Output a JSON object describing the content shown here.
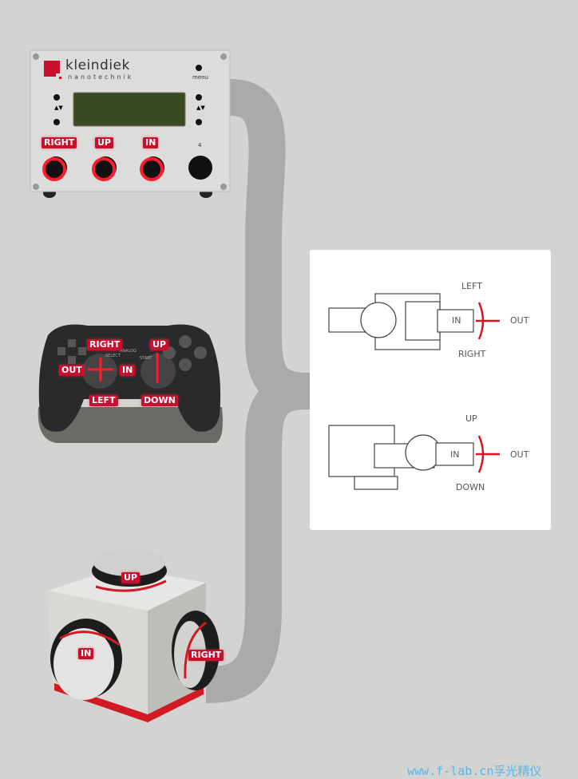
{
  "controller_box": {
    "brand": "kleindiek",
    "brand_sub": "nanotechnik",
    "menu_label": "menu",
    "knob4_label": "4",
    "knob_labels": [
      "RIGHT",
      "UP",
      "IN"
    ]
  },
  "gamepad": {
    "labels": {
      "right": "RIGHT",
      "up": "UP",
      "out": "OUT",
      "in": "IN",
      "left": "LEFT",
      "down": "DOWN"
    },
    "button_text": {
      "select": "SELECT",
      "start": "START",
      "analog": "ANALOG"
    }
  },
  "cube": {
    "labels": {
      "up": "UP",
      "in": "IN",
      "right": "RIGHT"
    }
  },
  "diagram": {
    "top": {
      "left": "LEFT",
      "right": "RIGHT",
      "in": "IN",
      "out": "OUT"
    },
    "bottom": {
      "up": "UP",
      "down": "DOWN",
      "in": "IN",
      "out": "OUT"
    }
  },
  "watermark": "www.f-lab.cn孚光精仪",
  "colors": {
    "accent": "#c8102e",
    "background": "#d3d3d1",
    "brace": "#a9aba9"
  }
}
